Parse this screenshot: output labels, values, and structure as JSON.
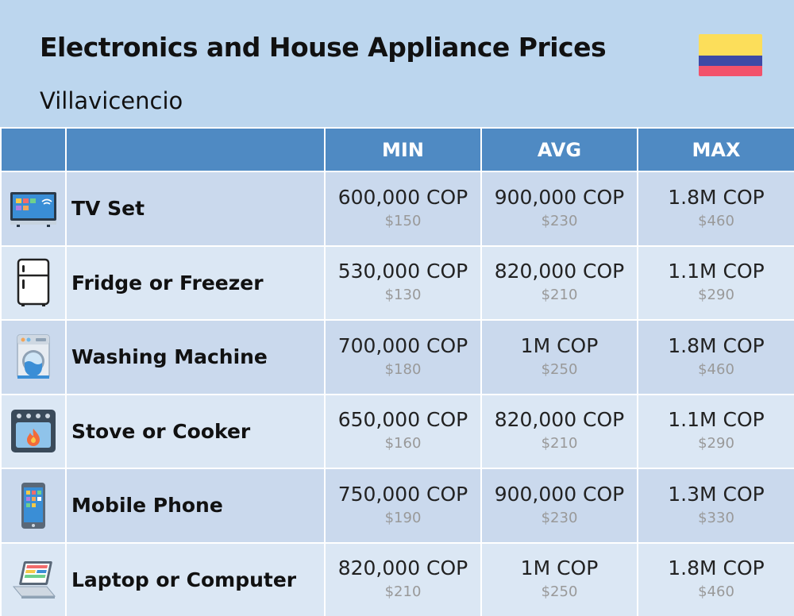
{
  "title": "Electronics and House Appliance Prices",
  "subtitle": "Villavicencio",
  "flag": {
    "name": "colombia-flag",
    "colors": [
      "#fcde5a",
      "#3d4aa6",
      "#f2526b"
    ]
  },
  "columns": {
    "blank1": "",
    "blank2": "",
    "min": "MIN",
    "avg": "AVG",
    "max": "MAX"
  },
  "rows": [
    {
      "name": "TV Set",
      "icon": "tv-icon",
      "min": "600,000 COP",
      "min_usd": "$150",
      "avg": "900,000 COP",
      "avg_usd": "$230",
      "max": "1.8M COP",
      "max_usd": "$460"
    },
    {
      "name": "Fridge or Freezer",
      "icon": "fridge-icon",
      "min": "530,000 COP",
      "min_usd": "$130",
      "avg": "820,000 COP",
      "avg_usd": "$210",
      "max": "1.1M COP",
      "max_usd": "$290"
    },
    {
      "name": "Washing Machine",
      "icon": "washing-machine-icon",
      "min": "700,000 COP",
      "min_usd": "$180",
      "avg": "1M COP",
      "avg_usd": "$250",
      "max": "1.8M COP",
      "max_usd": "$460"
    },
    {
      "name": "Stove or Cooker",
      "icon": "stove-icon",
      "min": "650,000 COP",
      "min_usd": "$160",
      "avg": "820,000 COP",
      "avg_usd": "$210",
      "max": "1.1M COP",
      "max_usd": "$290"
    },
    {
      "name": "Mobile Phone",
      "icon": "mobile-phone-icon",
      "min": "750,000 COP",
      "min_usd": "$190",
      "avg": "900,000 COP",
      "avg_usd": "$230",
      "max": "1.3M COP",
      "max_usd": "$330"
    },
    {
      "name": "Laptop or Computer",
      "icon": "laptop-icon",
      "min": "820,000 COP",
      "min_usd": "$210",
      "avg": "1M COP",
      "avg_usd": "$250",
      "max": "1.8M COP",
      "max_usd": "$460"
    }
  ]
}
